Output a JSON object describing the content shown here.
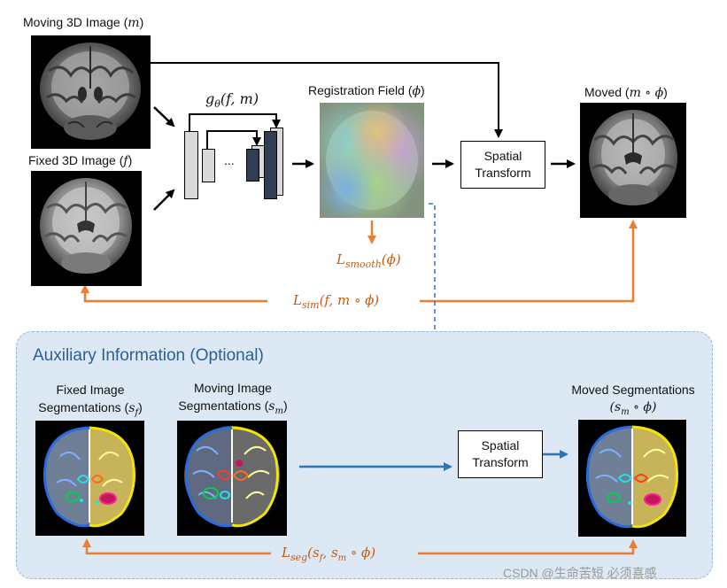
{
  "top": {
    "moving_image_label": "Moving 3D Image (",
    "moving_image_sym": "m",
    "fixed_image_label": "Fixed 3D Image (",
    "fixed_image_sym": "f",
    "network_label": "g",
    "network_sub": "θ",
    "network_args": "(f, m)",
    "network_ellipsis": "...",
    "registration_field_label": "Registration Field (",
    "registration_field_sym": "ϕ",
    "spatial_transform_label_1": "Spatial",
    "spatial_transform_label_2": "Transform",
    "moved_label": "Moved  (",
    "moved_sym": "m ∘ ϕ",
    "loss_smooth": "L",
    "loss_smooth_sub": "smooth",
    "loss_smooth_args": "(ϕ)",
    "loss_sim": "L",
    "loss_sim_sub": "sim",
    "loss_sim_args": "(f, m ∘ ϕ)"
  },
  "aux": {
    "title": "Auxiliary Information (Optional)",
    "fixed_seg_line1": "Fixed Image",
    "fixed_seg_line2": "Segmentations (",
    "fixed_seg_sym": "s",
    "fixed_seg_sub": "f",
    "moving_seg_line1": "Moving Image",
    "moving_seg_line2": "Segmentations (",
    "moving_seg_sym": "s",
    "moving_seg_sub": "m",
    "moved_seg_line1": "Moved Segmentations",
    "moved_seg_line2": "(s",
    "moved_seg_sub": "m",
    "moved_seg_rest": " ∘ ϕ)",
    "spatial_transform_label_1": "Spatial",
    "spatial_transform_label_2": "Transform",
    "loss_seg": "L",
    "loss_seg_sub": "seg",
    "loss_seg_args": "(s",
    "loss_seg_f": "f",
    "loss_seg_mid": ", s",
    "loss_seg_m": "m",
    "loss_seg_end": " ∘ ϕ)"
  },
  "watermark": "CSDN @生命苦短 必须喜感",
  "colors": {
    "orange": "#ed7d31",
    "blue": "#2e75b6",
    "aux_bg": "#dce9f5",
    "net_light": "#d9d9d9",
    "net_dark": "#2f3e55"
  }
}
